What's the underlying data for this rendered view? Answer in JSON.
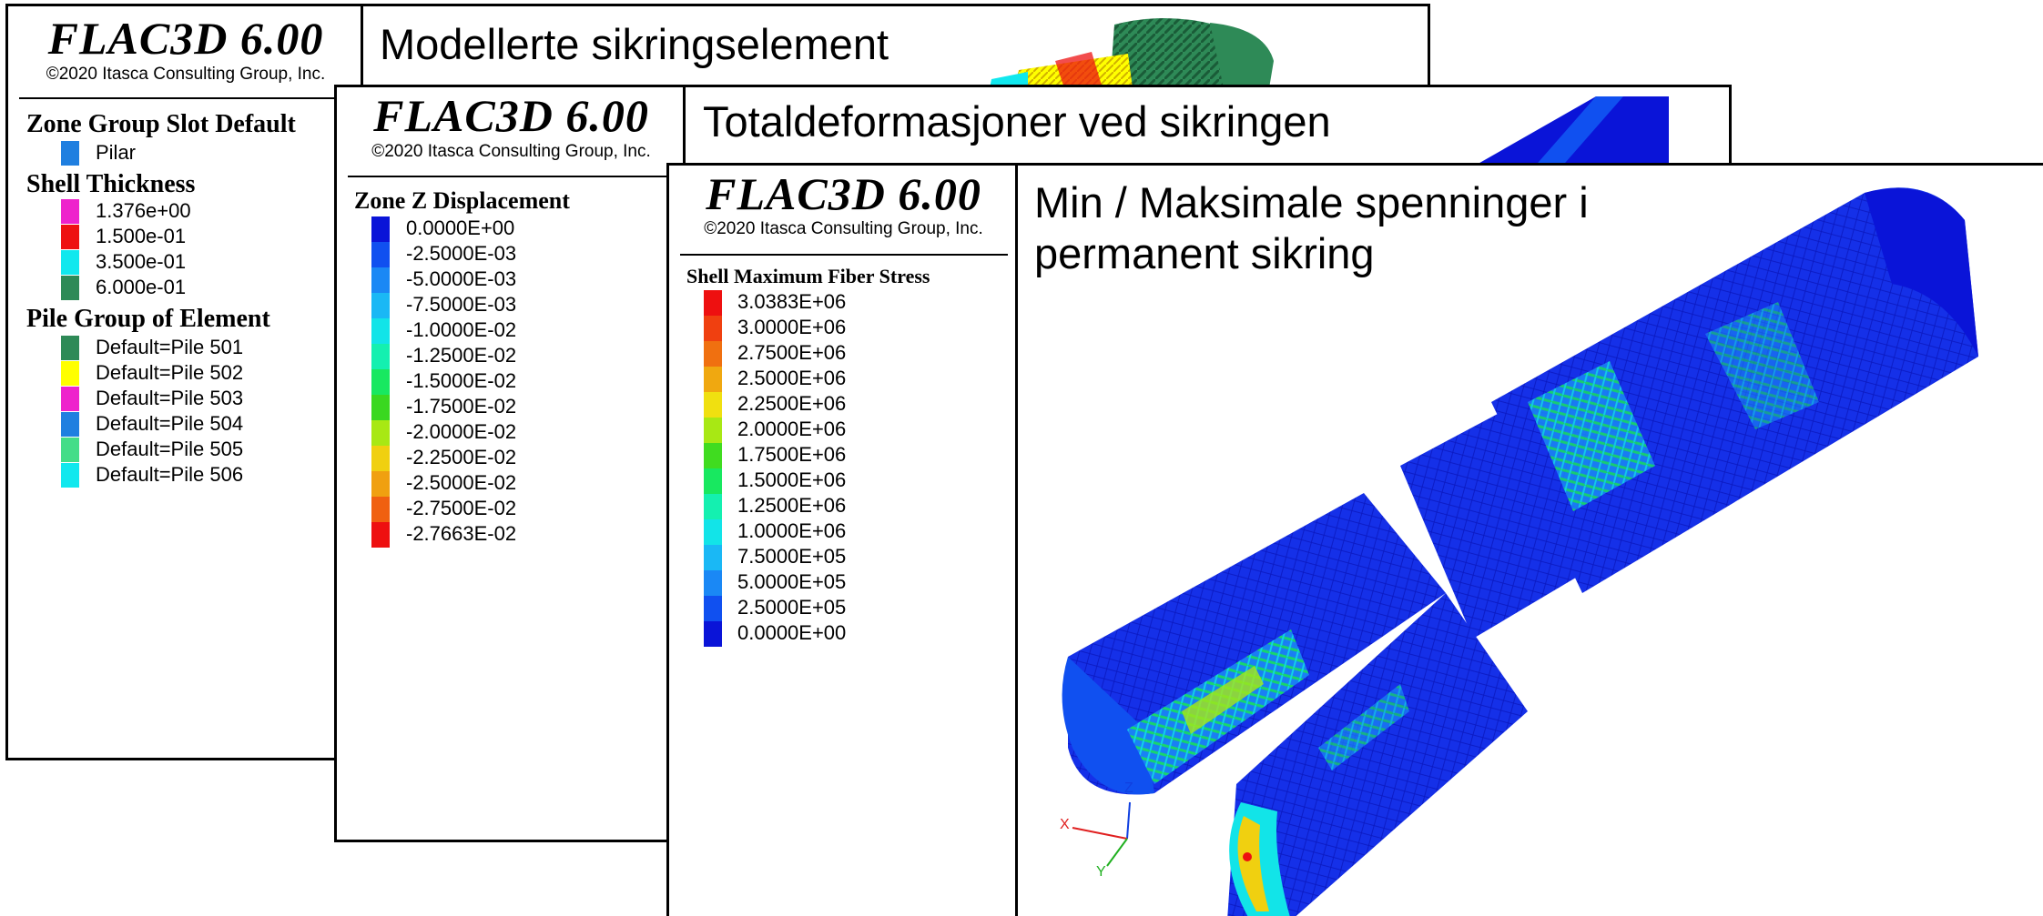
{
  "windows": [
    {
      "logo": {
        "title": "FLAC3D 6.00",
        "copyright": "©2020 Itasca Consulting Group, Inc."
      },
      "plot_title": "Modellerte sikringselement",
      "legends": [
        {
          "heading": "Zone Group Slot Default",
          "entries": [
            {
              "label": "Pilar",
              "color": "#1f7fe0"
            }
          ]
        },
        {
          "heading": "Shell Thickness",
          "entries": [
            {
              "label": "1.376e+00",
              "color": "#ee22cc"
            },
            {
              "label": "1.500e-01",
              "color": "#ee1111"
            },
            {
              "label": "3.500e-01",
              "color": "#11e8ee"
            },
            {
              "label": "6.000e-01",
              "color": "#2e8a57"
            }
          ]
        },
        {
          "heading": "Pile Group of Element",
          "entries": [
            {
              "label": "Default=Pile 501",
              "color": "#2e8a57"
            },
            {
              "label": "Default=Pile 502",
              "color": "#ffff00"
            },
            {
              "label": "Default=Pile 503",
              "color": "#ee22cc"
            },
            {
              "label": "Default=Pile 504",
              "color": "#1f7fe0"
            },
            {
              "label": "Default=Pile 505",
              "color": "#44dd88"
            },
            {
              "label": "Default=Pile 506",
              "color": "#11e8ee"
            }
          ]
        }
      ]
    },
    {
      "logo": {
        "title": "FLAC3D 6.00",
        "copyright": "©2020 Itasca Consulting Group, Inc."
      },
      "plot_title": "Totaldeformasjoner ved sikringen",
      "legends": [
        {
          "heading": "Zone Z Displacement",
          "entries": [
            {
              "label": "0.0000E+00",
              "color": "#0a14d8"
            },
            {
              "label": "-2.5000E-03",
              "color": "#1050f0"
            },
            {
              "label": "-5.0000E-03",
              "color": "#1a88f5"
            },
            {
              "label": "-7.5000E-03",
              "color": "#1ab8f5"
            },
            {
              "label": "-1.0000E-02",
              "color": "#12e4e8"
            },
            {
              "label": "-1.2500E-02",
              "color": "#14f0b0"
            },
            {
              "label": "-1.5000E-02",
              "color": "#18e860"
            },
            {
              "label": "-1.7500E-02",
              "color": "#3ad820"
            },
            {
              "label": "-2.0000E-02",
              "color": "#a8e814"
            },
            {
              "label": "-2.2500E-02",
              "color": "#f0d010"
            },
            {
              "label": "-2.5000E-02",
              "color": "#f0a010"
            },
            {
              "label": "-2.7500E-02",
              "color": "#f06010"
            },
            {
              "label": "-2.7663E-02",
              "color": "#ee1010"
            }
          ]
        }
      ]
    },
    {
      "logo": {
        "title": "FLAC3D 6.00",
        "copyright": "©2020 Itasca Consulting Group, Inc."
      },
      "plot_title_lines": [
        "Min / Maksimale spenninger i",
        "permanent sikring"
      ],
      "legends": [
        {
          "heading": "Shell Maximum Fiber Stress",
          "entries": [
            {
              "label": "3.0383E+06",
              "color": "#ee1010"
            },
            {
              "label": "3.0000E+06",
              "color": "#f04010"
            },
            {
              "label": "2.7500E+06",
              "color": "#f07010"
            },
            {
              "label": "2.5000E+06",
              "color": "#f0a810"
            },
            {
              "label": "2.2500E+06",
              "color": "#f0e010"
            },
            {
              "label": "2.0000E+06",
              "color": "#a8e814"
            },
            {
              "label": "1.7500E+06",
              "color": "#40dc20"
            },
            {
              "label": "1.5000E+06",
              "color": "#18e860"
            },
            {
              "label": "1.2500E+06",
              "color": "#14f0b0"
            },
            {
              "label": "1.0000E+06",
              "color": "#12e4e8"
            },
            {
              "label": "7.5000E+05",
              "color": "#1ab8f5"
            },
            {
              "label": "5.0000E+05",
              "color": "#1a88f5"
            },
            {
              "label": "2.5000E+05",
              "color": "#1050f0"
            },
            {
              "label": "0.0000E+00",
              "color": "#0a14d8"
            }
          ]
        }
      ],
      "axes": {
        "x": "X",
        "y": "Y",
        "z": "Z"
      }
    }
  ]
}
